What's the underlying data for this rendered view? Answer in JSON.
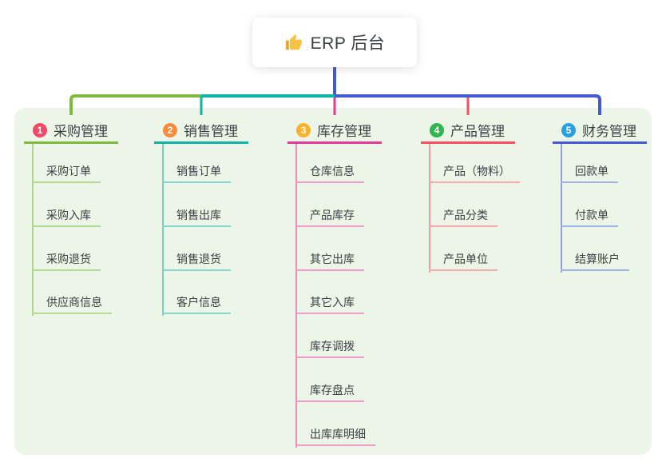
{
  "root": {
    "icon": "thumbs-up",
    "label": "ERP 后台"
  },
  "branches": [
    {
      "badge": "1",
      "label": "采购管理",
      "color": "#7fba3d",
      "light": "#b7da92",
      "badge_color": "#f4486a",
      "children": [
        "采购订单",
        "采购入库",
        "采购退货",
        "供应商信息"
      ]
    },
    {
      "badge": "2",
      "label": "销售管理",
      "color": "#12b2a4",
      "light": "#86d7cb",
      "badge_color": "#f78c3e",
      "children": [
        "销售订单",
        "销售出库",
        "销售退货",
        "客户信息"
      ]
    },
    {
      "badge": "3",
      "label": "库存管理",
      "color": "#e23a96",
      "light": "#f29bca",
      "badge_color": "#f9b229",
      "children": [
        "仓库信息",
        "产品库存",
        "其它出库",
        "其它入库",
        "库存调拨",
        "库存盘点",
        "出库库明细"
      ]
    },
    {
      "badge": "4",
      "label": "产品管理",
      "color": "#f4505e",
      "light": "#f9aab1",
      "badge_color": "#30b553",
      "children": [
        "产品（物料）",
        "产品分类",
        "产品单位"
      ]
    },
    {
      "badge": "5",
      "label": "财务管理",
      "color": "#4759ce",
      "light": "#a4b1e6",
      "badge_color": "#2b9fe3",
      "children": [
        "回款单",
        "付款单",
        "结算账户"
      ]
    }
  ],
  "colors": {
    "panel_bg": "#ecf6e8",
    "root_line": "#4759ce",
    "text": "#3c4043"
  }
}
